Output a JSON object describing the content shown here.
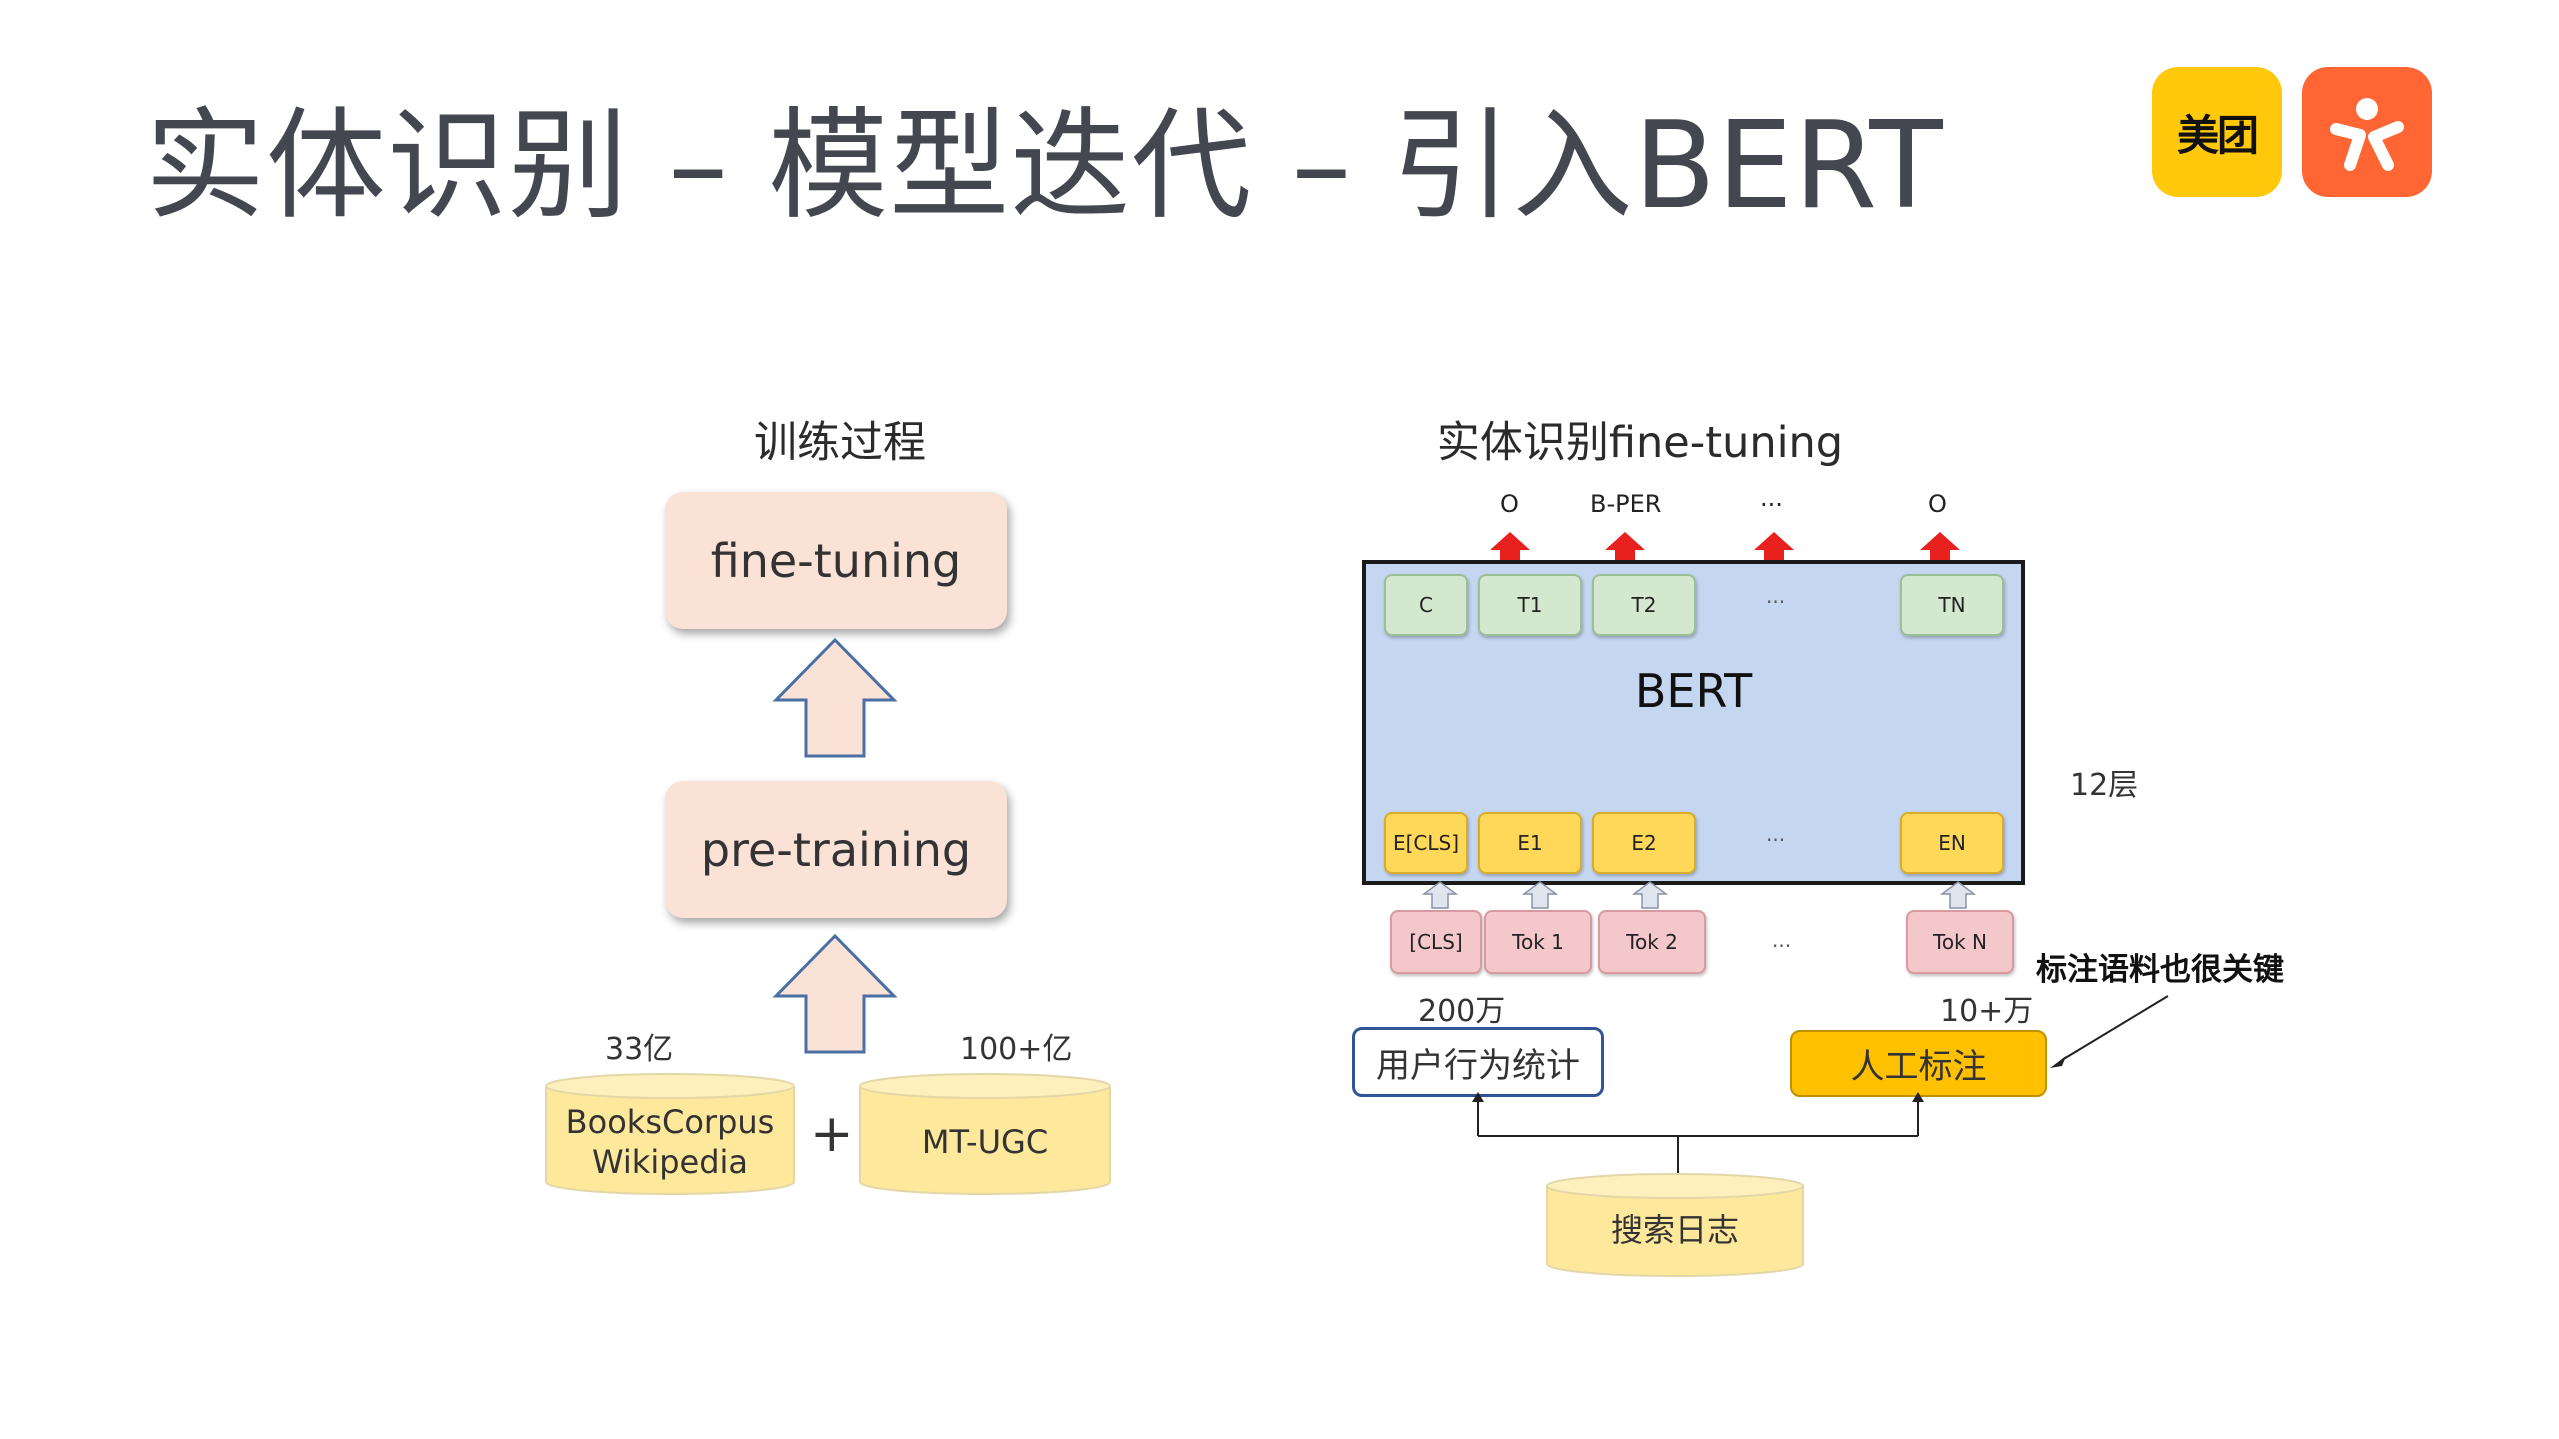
{
  "title": "实体识别 – 模型迭代 – 引入BERT",
  "logos": {
    "meituan": "美团",
    "dianping_icon": "dianping-person-icon"
  },
  "left": {
    "heading": "训练过程",
    "finetune": "fine-tuning",
    "pretrain": "pre-training",
    "amount_left": "33亿",
    "amount_right": "100+亿",
    "corpus_line1": "BooksCorpus",
    "corpus_line2": "Wikipedia",
    "plus": "+",
    "ugc": "MT-UGC"
  },
  "right": {
    "heading": "实体识别fine-tuning",
    "outputs": [
      "O",
      "B-PER",
      "...",
      "O"
    ],
    "t_tokens": [
      "C",
      "T1",
      "T2",
      "...",
      "TN"
    ],
    "bert_label": "BERT",
    "e_tokens": [
      "E[CLS]",
      "E1",
      "E2",
      "...",
      "EN"
    ],
    "inputs": [
      "[CLS]",
      "Tok 1",
      "Tok 2",
      "...",
      "Tok N"
    ],
    "layers": "12层",
    "count_left": "200万",
    "count_right": "10+万",
    "box_user": "用户行为统计",
    "box_manual": "人工标注",
    "note": "标注语料也很关键",
    "log": "搜索日志"
  },
  "colors": {
    "title": "#44474f",
    "flow_box": "#fbe2d6",
    "arrow_fill": "#fbe2d6",
    "arrow_stroke": "#4a6fa5",
    "db_fill": "#fde89c",
    "bert_bg": "#c5d6f0",
    "manual_box": "#ffc000",
    "user_box_border": "#2f5597",
    "meituan": "#ffc80a",
    "dianping": "#ff6633",
    "red_arrow": "#e8201e"
  }
}
